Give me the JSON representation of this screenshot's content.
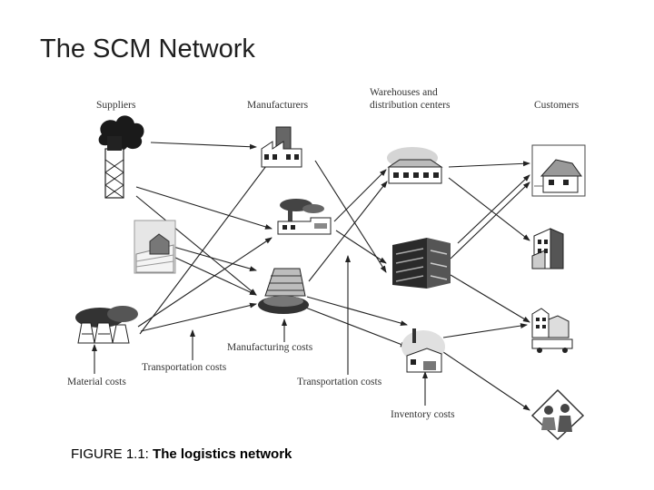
{
  "slide": {
    "title": "The SCM Network"
  },
  "caption": {
    "prefix": "FIGURE 1.1: ",
    "text": "The logistics network"
  },
  "columns": {
    "suppliers": "Suppliers",
    "manufacturers": "Manufacturers",
    "warehouses_line1": "Warehouses and",
    "warehouses_line2": "distribution centers",
    "customers": "Customers"
  },
  "costs": {
    "material": "Material costs",
    "transportation_1": "Transportation costs",
    "manufacturing": "Manufacturing costs",
    "transportation_2": "Transportation costs",
    "inventory": "Inventory costs"
  },
  "icons": {
    "supplier_1": "oil-derrick-icon",
    "supplier_2": "farm-icon",
    "supplier_3": "power-plant-icon",
    "manufacturer_1": "factory-icon",
    "manufacturer_2": "industrial-plant-icon",
    "manufacturer_3": "factory-tower-icon",
    "warehouse_1": "warehouse-icon",
    "warehouse_2": "distribution-center-icon",
    "warehouse_3": "storage-facility-icon",
    "customer_1": "store-icon",
    "customer_2": "building-icon",
    "customer_3": "town-icon",
    "customer_4": "people-icon"
  }
}
